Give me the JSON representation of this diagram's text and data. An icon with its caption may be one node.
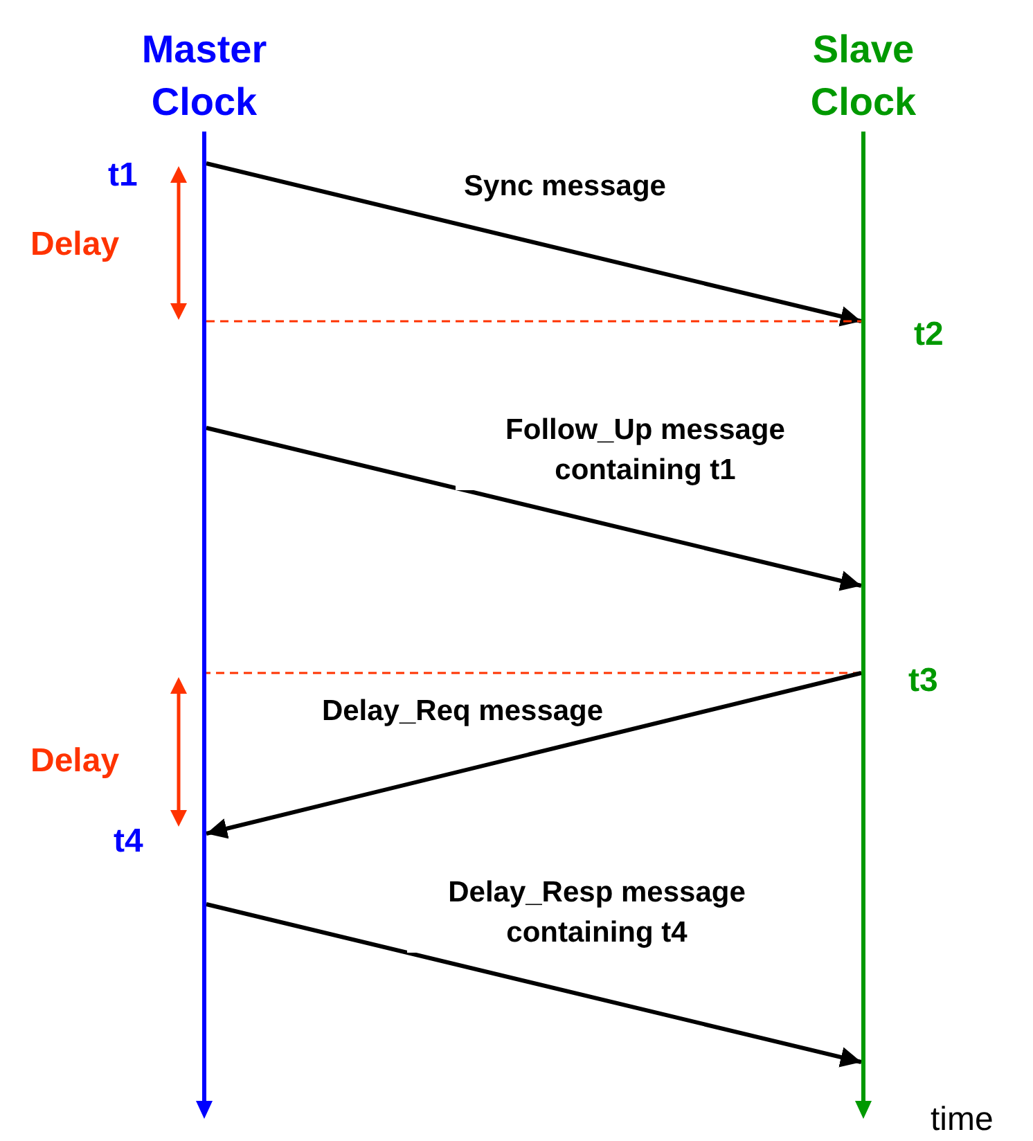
{
  "diagram": {
    "nodes": [
      {
        "text": [
          "Master Clock"
        ]
      },
      {
        "text": [
          "Slave Clock"
        ]
      }
    ],
    "edges": [
      {
        "from": 0,
        "to": 1,
        "arrow": "to",
        "label": "Sync message"
      },
      {
        "from": 0,
        "to": 1,
        "arrow": "none",
        "style": "dashed",
        "color": "#ff3300"
      },
      {
        "from": 0,
        "to": 1,
        "arrow": "to",
        "label": "Follow_Up message containing t1"
      },
      {
        "from": 1,
        "to": 0,
        "arrow": "none",
        "style": "dashed",
        "color": "#ff3300"
      },
      {
        "from": 1,
        "to": 0,
        "arrow": "to",
        "label": "Delay_Req message"
      },
      {
        "from": 0,
        "to": 1,
        "arrow": "to",
        "label": "Delay_Resp message containing t4"
      }
    ],
    "labels": [
      "t1",
      "Delay",
      "t2",
      "t3",
      "Delay",
      "t4",
      "time"
    ]
  }
}
